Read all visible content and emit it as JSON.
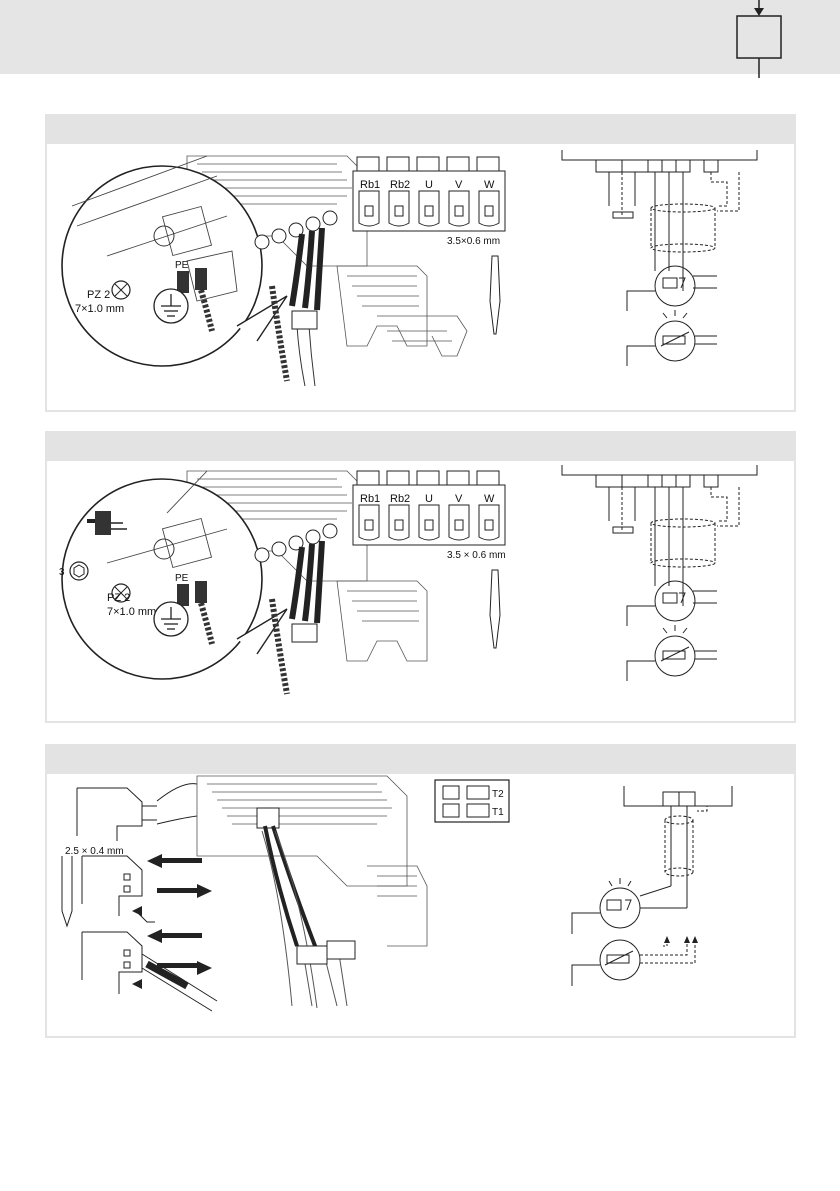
{
  "panel1": {
    "terminals": [
      "Rb1",
      "Rb2",
      "U",
      "V",
      "W"
    ],
    "screwdriver_size": "3.5×0.6 mm",
    "pe_label": "PE",
    "bit_label": "PZ 2",
    "torque_label": "7×1.0 mm"
  },
  "panel2": {
    "terminals": [
      "Rb1",
      "Rb2",
      "U",
      "V",
      "W"
    ],
    "screwdriver_size": "3.5 × 0.6 mm",
    "pe_label": "PE",
    "bit_label": "PZ 2",
    "torque_label": "7×1.0 mm",
    "hex_label": "3"
  },
  "panel3": {
    "screwdriver_size": "2.5 × 0.4 mm",
    "terminal_t2": "T2",
    "terminal_t1": "T1"
  },
  "colors": {
    "header_band": "#e5e5e5",
    "panel_border": "#e3e3e3",
    "line": "#222222"
  }
}
